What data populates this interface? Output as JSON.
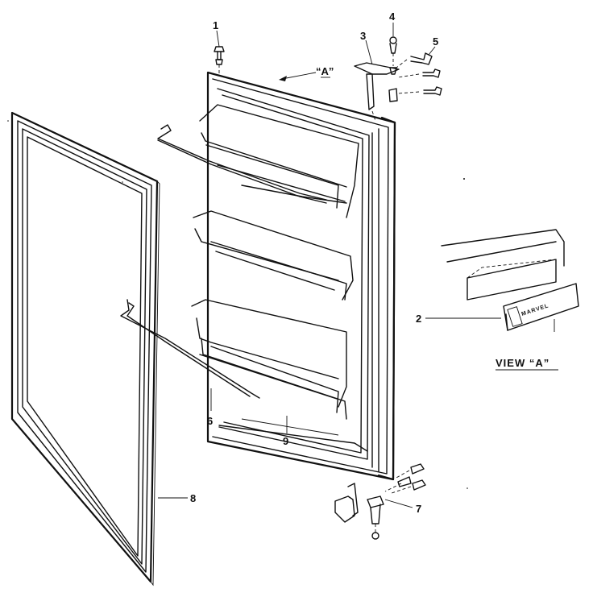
{
  "callouts": {
    "p1": "1",
    "p2": "2",
    "p3": "3",
    "p4": "4",
    "p5": "5",
    "p6": "6",
    "p7": "7",
    "p8": "8",
    "p9": "9"
  },
  "view_ref": "“A”",
  "view_caption": "VIEW “A”",
  "brand_text": "MARVEL"
}
